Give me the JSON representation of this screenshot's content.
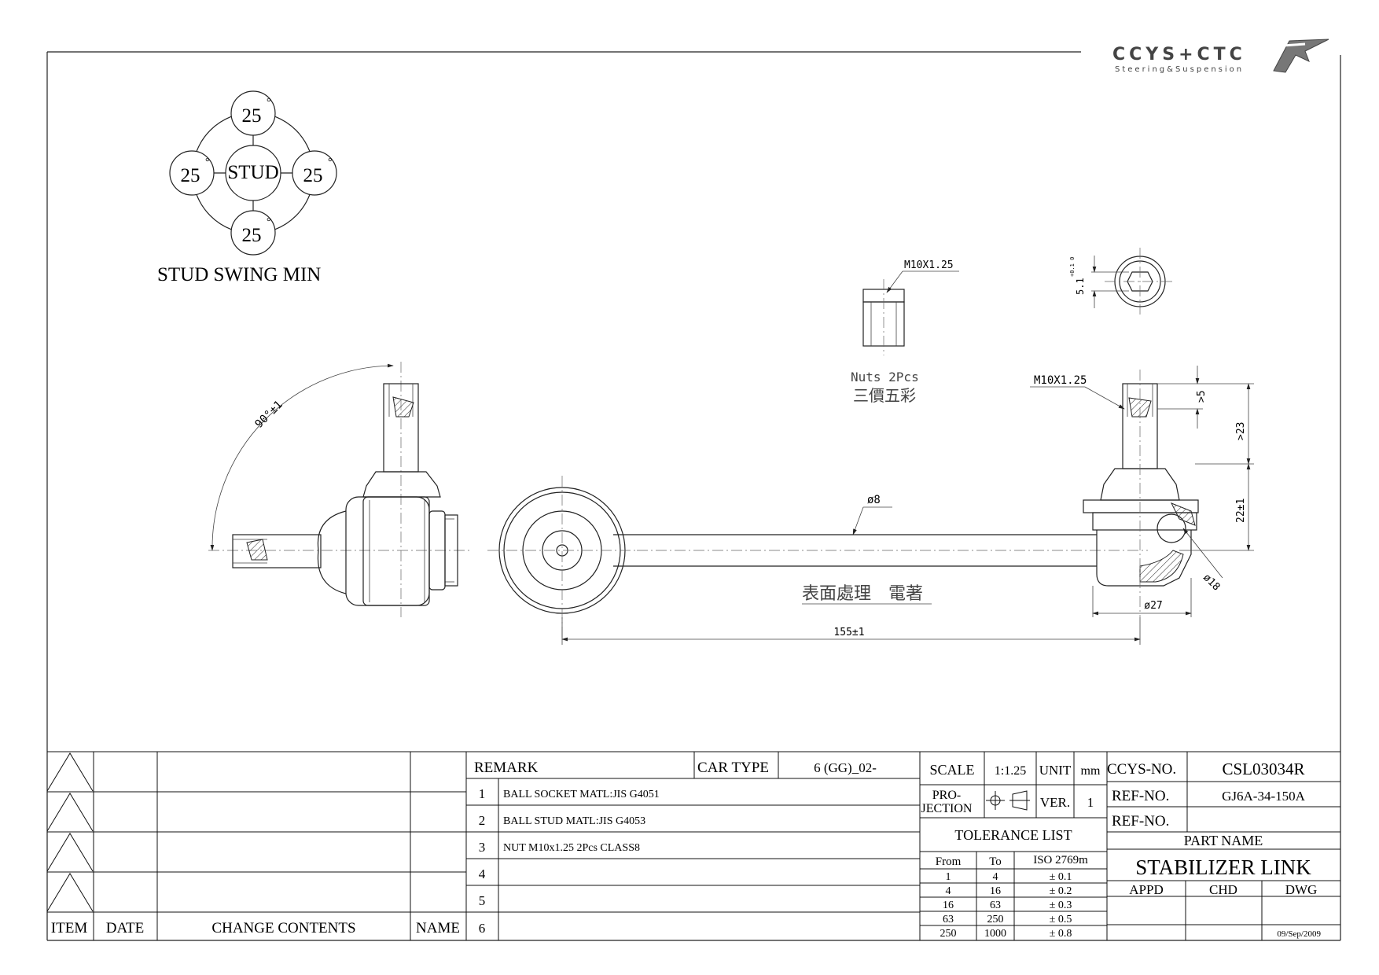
{
  "logo": {
    "brand": "CCYS+CTC",
    "tagline": "Steering&Suspension"
  },
  "stud_swing": {
    "center": "STUD",
    "angles": [
      "25",
      "25",
      "25",
      "25"
    ],
    "degree": "°",
    "caption": "STUD SWING MIN"
  },
  "dims": {
    "angle": "90°±1",
    "rod_dia": "ø8",
    "thread_nut": "M10X1.25",
    "thread_stud": "M10X1.25",
    "hex": "5.1",
    "hex_tol": "+0.1 0",
    "gt5": ">5",
    "gt23": ">23",
    "d22": "22±1",
    "d18": "ø18",
    "d27": "ø27",
    "length": "155±1"
  },
  "notes": {
    "nuts": "Nuts 2Pcs",
    "nuts_cn": "三價五彩",
    "surface": "表面處理　電著"
  },
  "revision_table": {
    "headers": {
      "item": "ITEM",
      "date": "DATE",
      "change": "CHANGE CONTENTS",
      "name": "NAME"
    }
  },
  "remark": {
    "label": "REMARK",
    "car_type_label": "CAR TYPE",
    "car_type": "6 (GG)_02-",
    "rows": [
      {
        "no": "1",
        "text": "BALL SOCKET MATL:JIS  G4051"
      },
      {
        "no": "2",
        "text": "BALL STUD MATL:JIS G4053"
      },
      {
        "no": "3",
        "text": "NUT M10x1.25 2Pcs CLASS8"
      },
      {
        "no": "4",
        "text": ""
      },
      {
        "no": "5",
        "text": ""
      },
      {
        "no": "6",
        "text": ""
      }
    ]
  },
  "spec": {
    "scale_label": "SCALE",
    "scale": "1:1.25",
    "unit_label": "UNIT",
    "unit": "mm",
    "projection_1": "PRO-",
    "projection_2": "JECTION",
    "ver_label": "VER.",
    "ver": "1",
    "tolerance_title": "TOLERANCE LIST",
    "tol_headers": [
      "From",
      "To",
      "ISO 2769m"
    ],
    "tolerances": [
      [
        "1",
        "4",
        "± 0.1"
      ],
      [
        "4",
        "16",
        "± 0.2"
      ],
      [
        "16",
        "63",
        "± 0.3"
      ],
      [
        "63",
        "250",
        "± 0.5"
      ],
      [
        "250",
        "1000",
        "± 0.8"
      ]
    ]
  },
  "title_block": {
    "ccys_label": "CCYS-NO.",
    "ccys_no": "CSL03034R",
    "ref_label_1": "REF-NO.",
    "ref_no_1": "GJ6A-34-150A",
    "ref_label_2": "REF-NO.",
    "ref_no_2": "",
    "part_name_label": "PART NAME",
    "part_name": "STABILIZER LINK",
    "appd": "APPD",
    "chd": "CHD",
    "dwg": "DWG",
    "date": "09/Sep/2009"
  }
}
